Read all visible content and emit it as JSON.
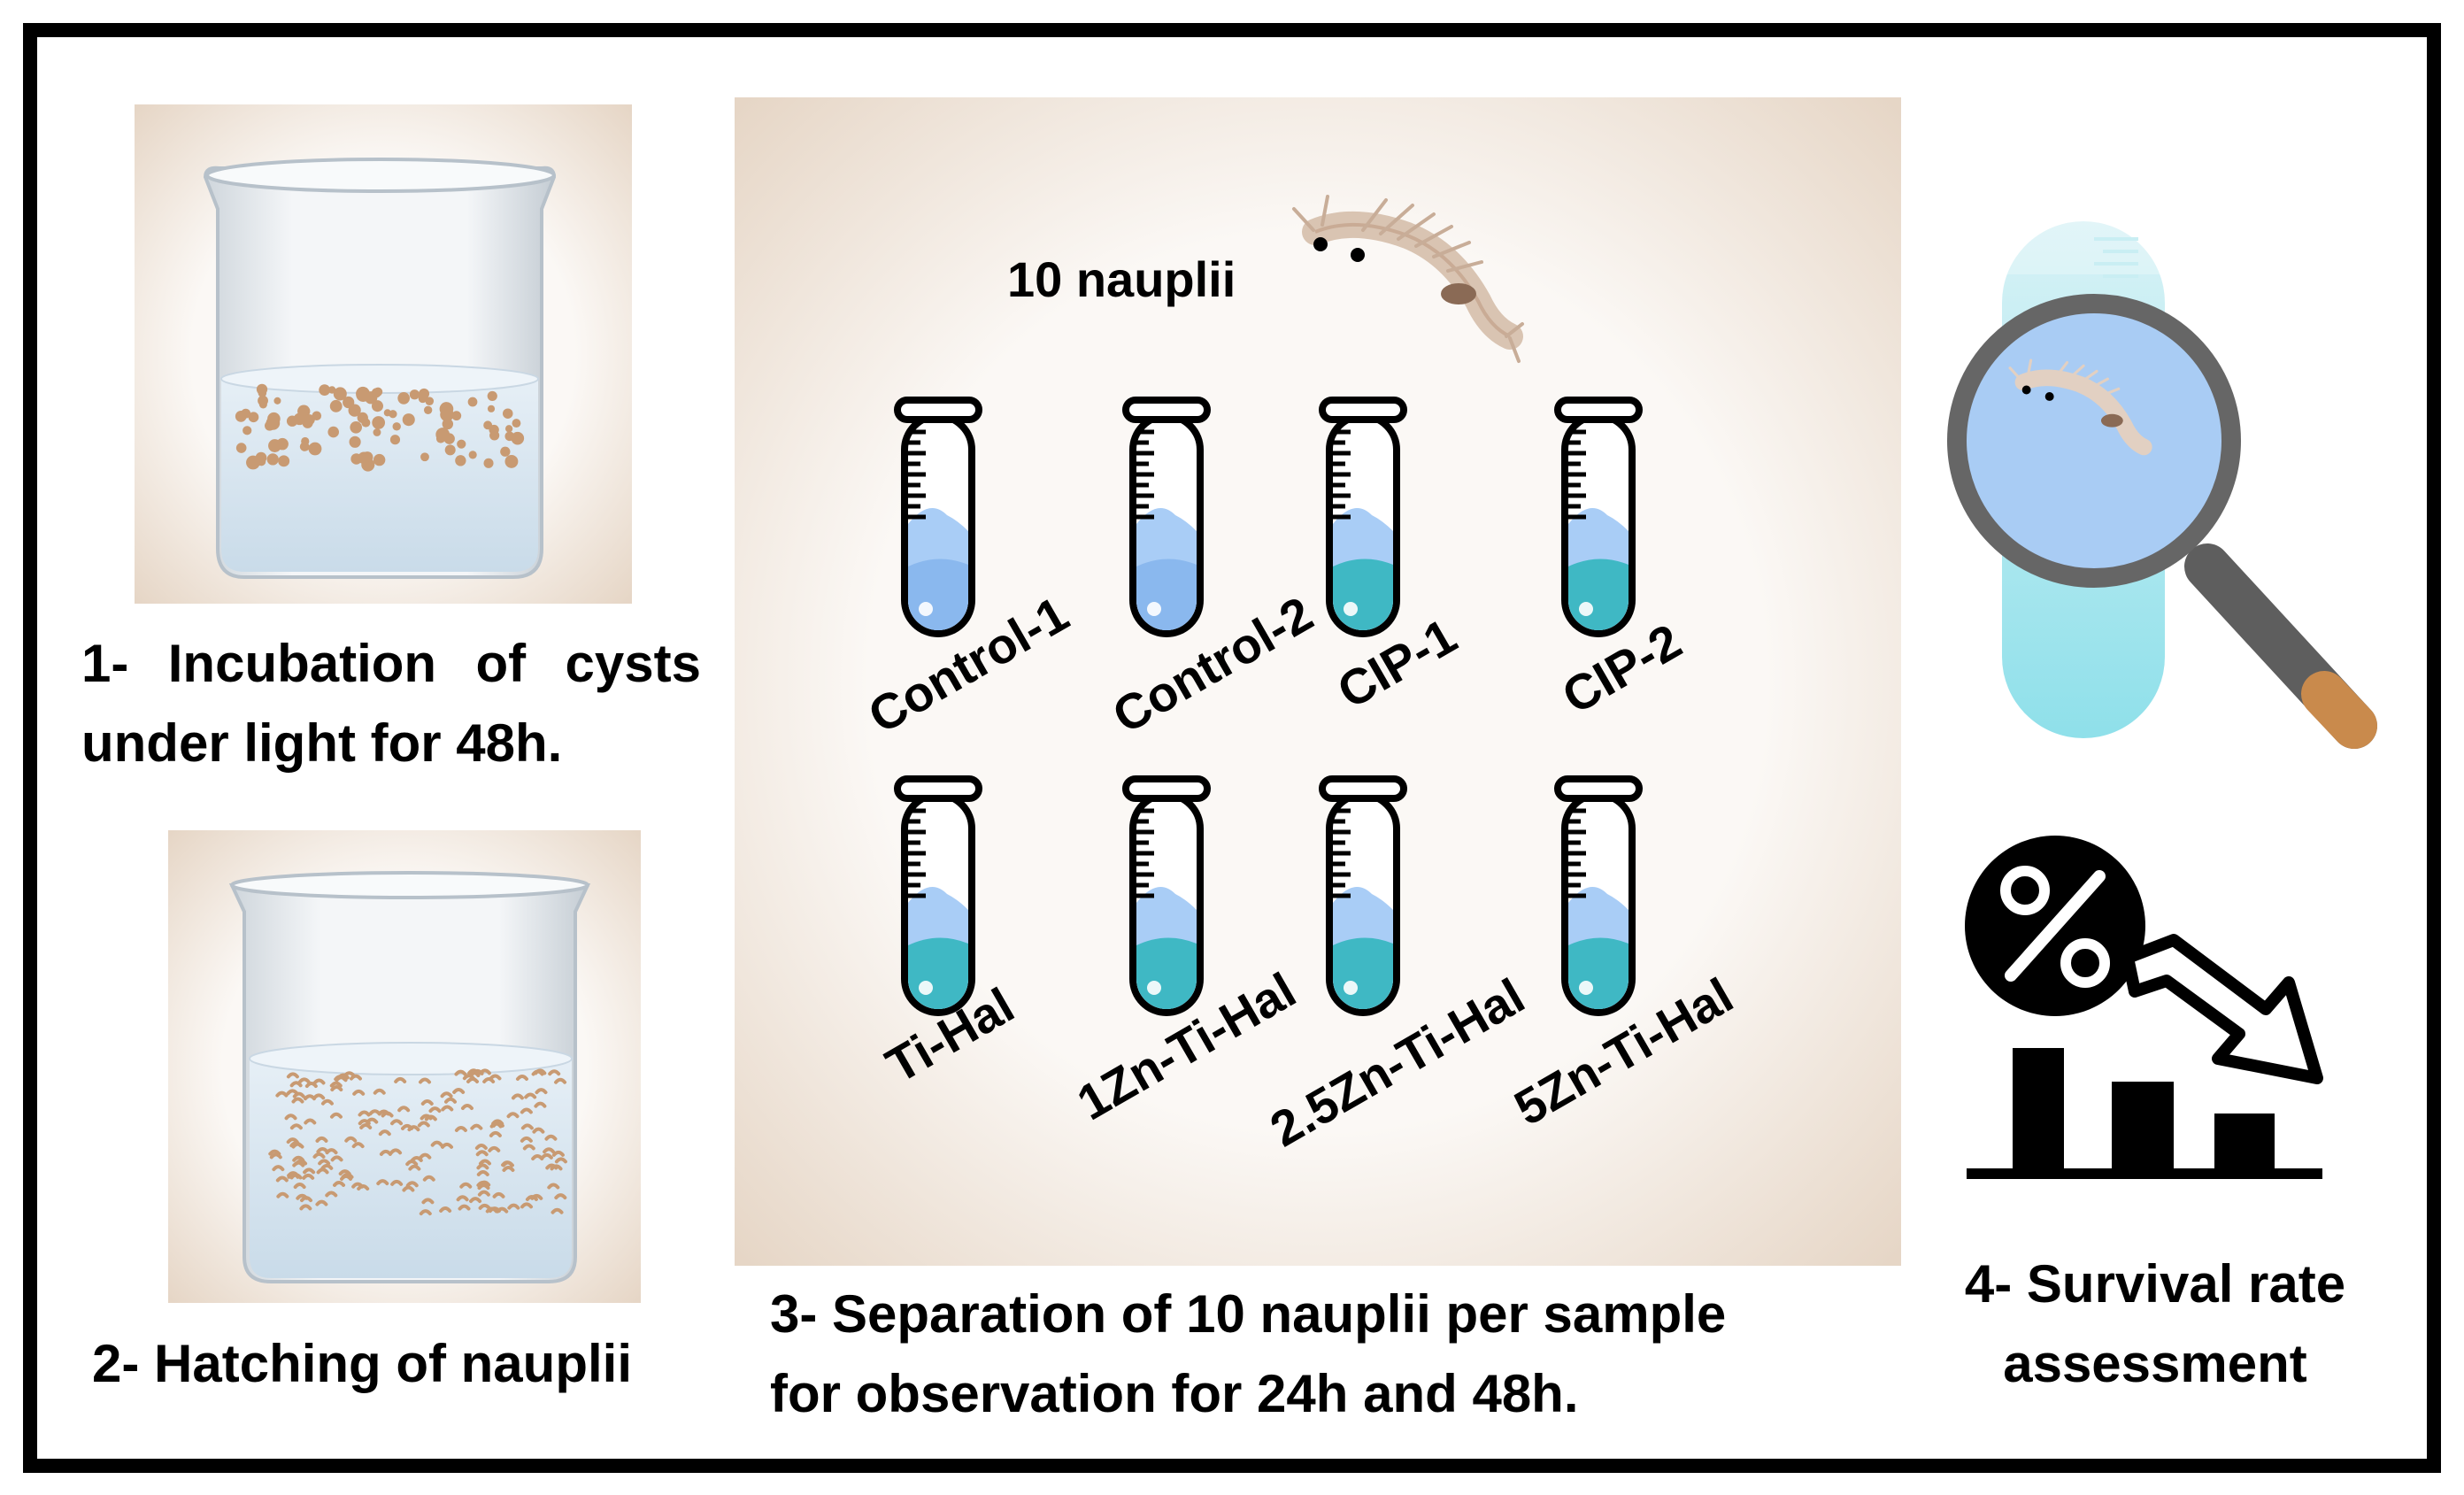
{
  "steps": {
    "step1": {
      "line1": "1- Incubation of cysts",
      "line2": "under light for 48h."
    },
    "step2": {
      "line1": "2- Hatching of nauplii"
    },
    "step3": {
      "line1": "3- Separation of 10 nauplii per sample",
      "line2": "for observation for 24h and 48h."
    },
    "step4": {
      "line1": "4- Survival rate",
      "line2": "assessment"
    }
  },
  "nauplii_label": "10 nauplii",
  "tubes": [
    {
      "label": "Control-1",
      "liquid": "#8ab8ee"
    },
    {
      "label": "Control-2",
      "liquid": "#8ab8ee"
    },
    {
      "label": "CIP-1",
      "liquid": "#3fb8c4"
    },
    {
      "label": "CIP-2",
      "liquid": "#3fb8c4"
    },
    {
      "label": "Ti-Hal",
      "liquid": "#3fb8c4"
    },
    {
      "label": "1Zn-Ti-Hal",
      "liquid": "#3fb8c4"
    },
    {
      "label": "2.5Zn-Ti-Hal",
      "liquid": "#3fb8c4"
    },
    {
      "label": "5Zn-Ti-Hal",
      "liquid": "#3fb8c4"
    }
  ],
  "icons": [
    "beaker-cysts-icon",
    "beaker-nauplii-icon",
    "test-tube-icon",
    "nauplius-icon",
    "magnifier-icon",
    "percent-decline-chart-icon"
  ],
  "colors": {
    "frame": "#000000",
    "panel": "#f4ede6",
    "water": "#dce9f3",
    "particle": "#c89a72",
    "tube_bg": "#a7e6ef",
    "magnifier_rim": "#606060",
    "handle_tip": "#c98a4c"
  }
}
